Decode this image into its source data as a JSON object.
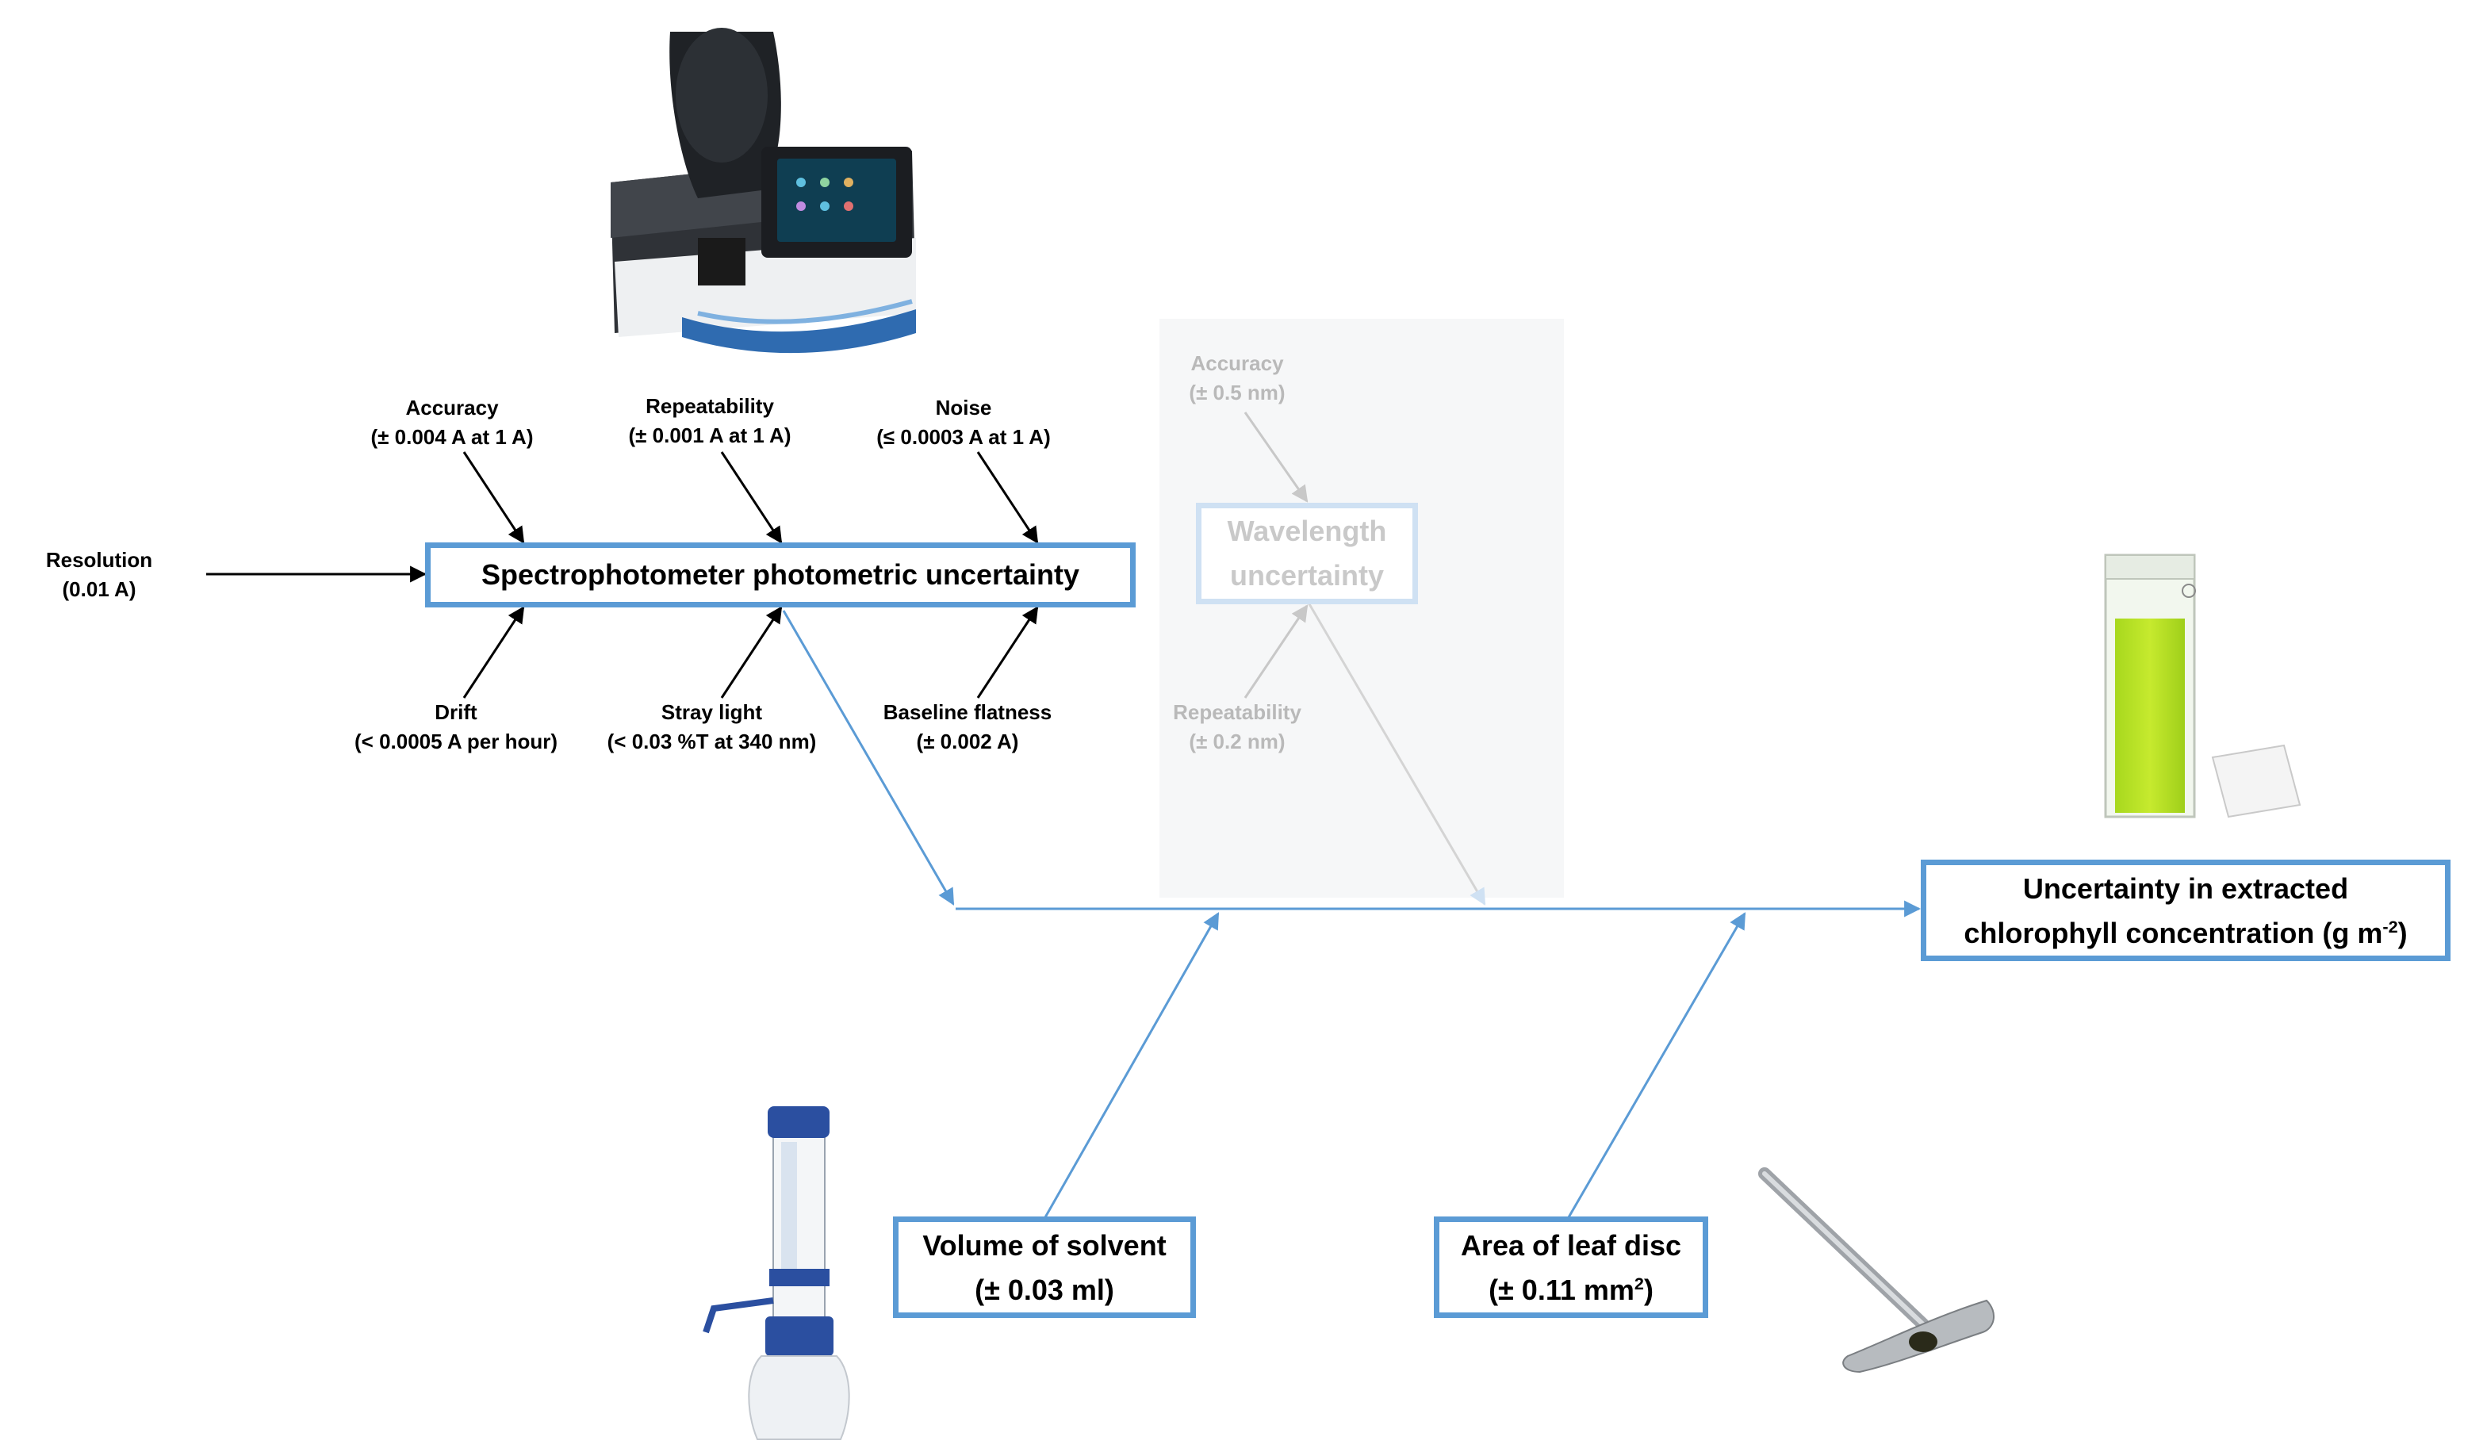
{
  "main_box": {
    "line1": "Uncertainty in extracted",
    "line2": "chlorophyll concentration (g m",
    "line2_sup": "-2",
    "line2_end": ")"
  },
  "spectro_box": {
    "label": "Spectrophotometer photometric uncertainty"
  },
  "wavelength_box": {
    "line1": "Wavelength",
    "line2": "uncertainty"
  },
  "volume_box": {
    "line1": "Volume of solvent",
    "line2": "(± 0.03 ml)"
  },
  "area_box": {
    "line1": "Area of leaf disc",
    "line2_pre": "(± 0.11 mm",
    "line2_sup": "2",
    "line2_end": ")"
  },
  "spectro_causes": {
    "accuracy": {
      "name": "Accuracy",
      "value": "(± 0.004 A at 1 A)"
    },
    "repeatability": {
      "name": "Repeatability",
      "value": "(± 0.001 A at 1 A)"
    },
    "noise": {
      "name": "Noise",
      "value": "(≤ 0.0003 A at 1 A)"
    },
    "resolution": {
      "name": "Resolution",
      "value": "(0.01 A)"
    },
    "drift": {
      "name": "Drift",
      "value": "(< 0.0005 A per hour)"
    },
    "stray_light": {
      "name": "Stray light",
      "value": "(< 0.03 %T at 340 nm)"
    },
    "baseline": {
      "name": "Baseline flatness",
      "value": "(± 0.002 A)"
    }
  },
  "wavelength_causes": {
    "accuracy": {
      "name": "Accuracy",
      "value": "(± 0.5 nm)"
    },
    "repeatability": {
      "name": "Repeatability",
      "value": "(± 0.2 nm)"
    }
  },
  "illustrations": [
    "spectrophotometer-image",
    "cuvette-image",
    "bottle-dispenser-image",
    "leaf-punch-image"
  ],
  "colors": {
    "accent": "#5b9bd5",
    "arrow_dark": "#000000",
    "faded": "#c0c0c0"
  }
}
